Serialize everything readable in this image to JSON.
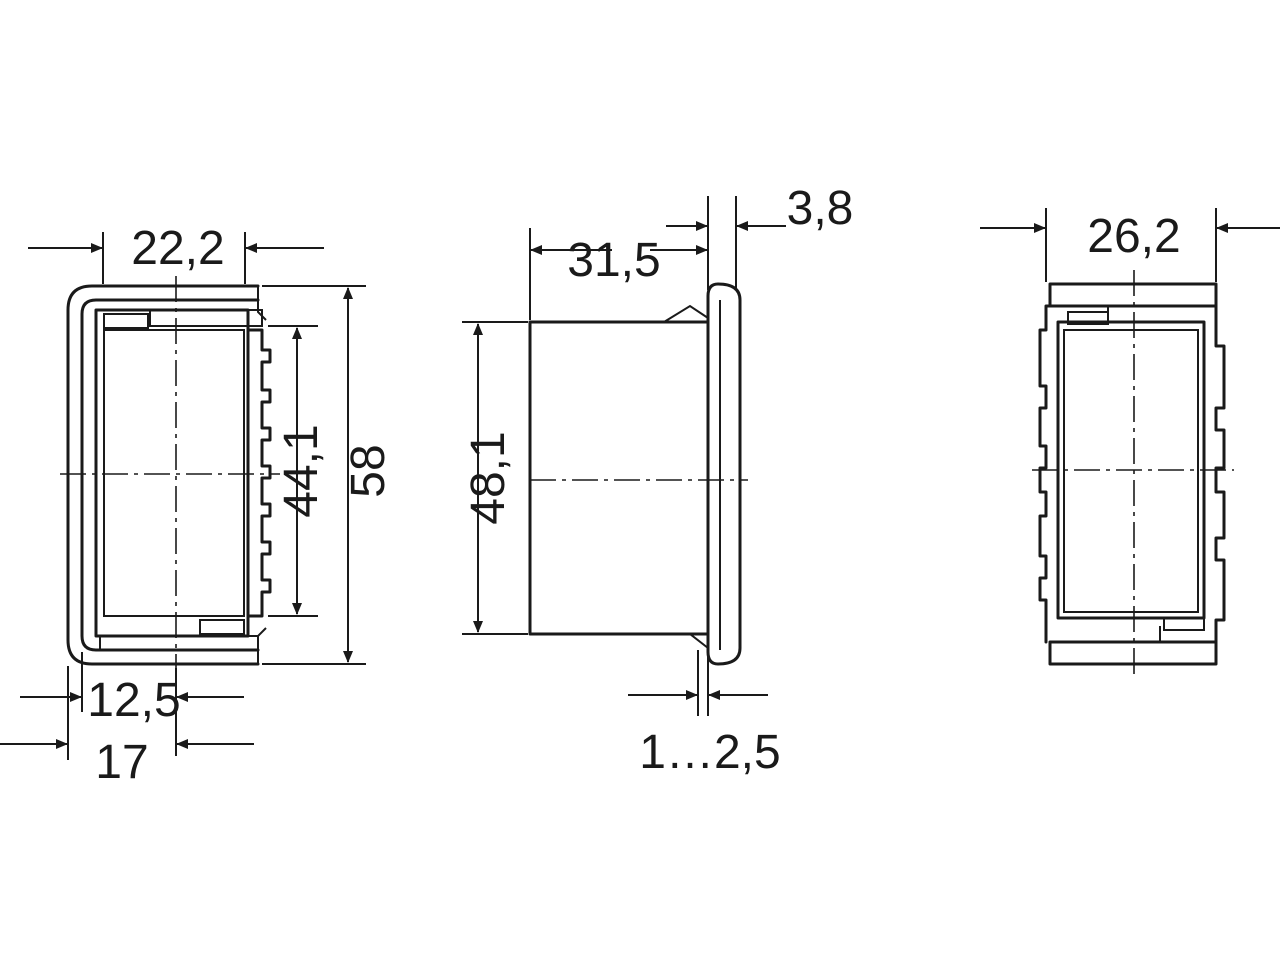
{
  "dimensions": {
    "front_width": "22,2",
    "front_inner_height": "44,1",
    "front_outer_height": "58",
    "front_offset_a": "12,5",
    "front_offset_b": "17",
    "side_body_height": "48,1",
    "side_depth": "31,5",
    "side_flange": "3,8",
    "panel_thickness": "1…2,5",
    "back_width": "26,2"
  },
  "colors": {
    "line": "#1a1a1a",
    "background": "#ffffff"
  }
}
